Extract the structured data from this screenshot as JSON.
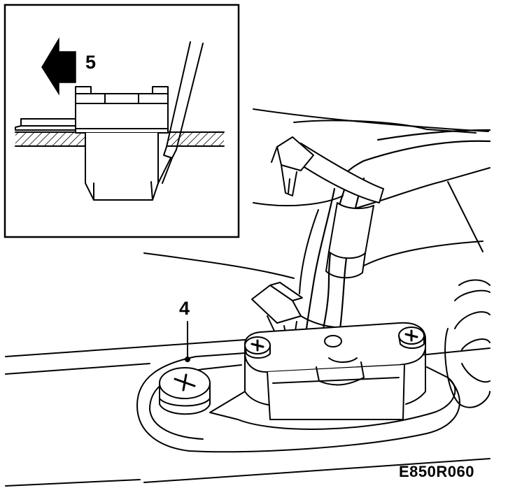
{
  "figure": {
    "code": "E850R060",
    "callouts": {
      "detail_arrow": "5",
      "screw": "4"
    },
    "colors": {
      "ink": "#000000",
      "paper": "#ffffff"
    },
    "icons": {
      "direction_arrow": "arrow-left-icon",
      "screw_head": "phillips-screw-icon"
    }
  }
}
